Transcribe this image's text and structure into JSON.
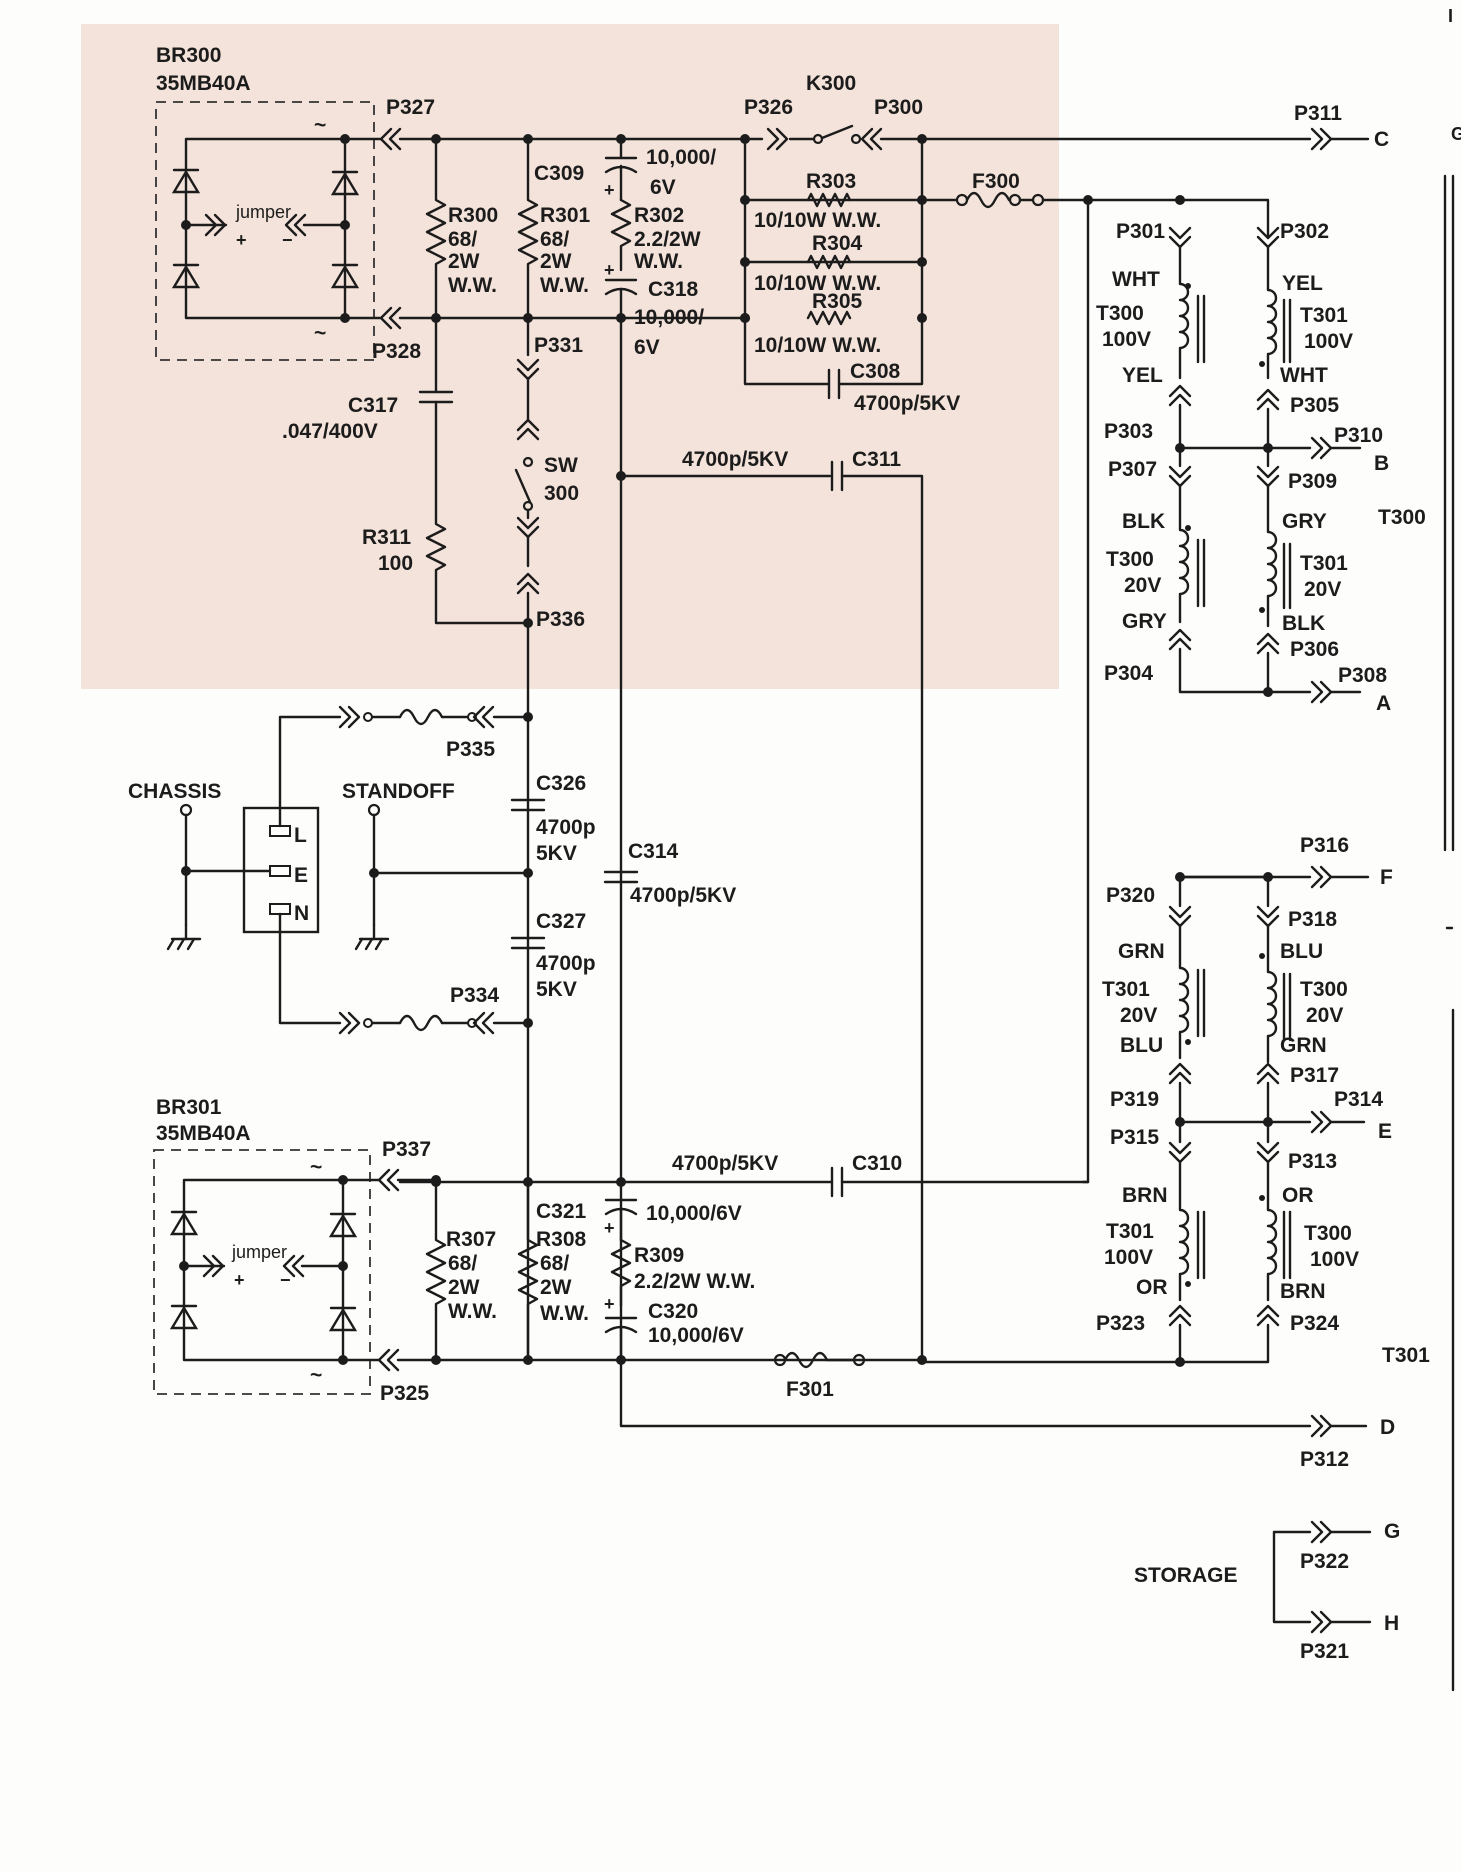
{
  "top_corner": "I",
  "edge_letter": "G",
  "bridge1": {
    "ref": "BR300",
    "part": "35MB40A",
    "jumper": "jumper",
    "plus": "+",
    "minus": "−",
    "ac1": "~",
    "ac2": "~"
  },
  "bridge2": {
    "ref": "BR301",
    "part": "35MB40A",
    "jumper": "jumper",
    "plus": "+",
    "minus": "−",
    "ac1": "~",
    "ac2": "~"
  },
  "relay": "K300",
  "fuses": {
    "f300": "F300",
    "f301": "F301"
  },
  "pins": {
    "p300": "P300",
    "p301": "P301",
    "p302": "P302",
    "p303": "P303",
    "p304": "P304",
    "p305": "P305",
    "p306": "P306",
    "p307": "P307",
    "p308": "P308",
    "p309": "P309",
    "p310": "P310",
    "p311": "P311",
    "p312": "P312",
    "p313": "P313",
    "p314": "P314",
    "p315": "P315",
    "p316": "P316",
    "p317": "P317",
    "p318": "P318",
    "p319": "P319",
    "p320": "P320",
    "p321": "P321",
    "p322": "P322",
    "p323": "P323",
    "p324": "P324",
    "p325": "P325",
    "p326": "P326",
    "p327": "P327",
    "p328": "P328",
    "p331": "P331",
    "p334": "P334",
    "p335": "P335",
    "p336": "P336",
    "p337": "P337"
  },
  "outputs": {
    "a": "A",
    "b": "B",
    "c": "C",
    "d": "D",
    "e": "E",
    "f": "F",
    "g": "G",
    "h": "H"
  },
  "resistors": {
    "r300": [
      "R300",
      "68/",
      "2W",
      "W.W."
    ],
    "r301": [
      "R301",
      "68/",
      "2W",
      "W.W."
    ],
    "r302": [
      "R302",
      "2.2/2W",
      "W.W."
    ],
    "r303": [
      "R303",
      "10/10W W.W."
    ],
    "r304": [
      "R304",
      "10/10W W.W."
    ],
    "r305": [
      "R305",
      "10/10W W.W."
    ],
    "r307": [
      "R307",
      "68/",
      "2W",
      "W.W."
    ],
    "r308": [
      "R308",
      "68/",
      "2W",
      "W.W."
    ],
    "r309": [
      "R309",
      "2.2/2W W.W."
    ],
    "r311": [
      "R311",
      "100"
    ]
  },
  "caps": {
    "c308": [
      "C308",
      "4700p/5KV"
    ],
    "c309": [
      "C309",
      "10,000/",
      "6V"
    ],
    "c310": [
      "4700p/5KV",
      "C310"
    ],
    "c311": [
      "4700p/5KV",
      "C311"
    ],
    "c314": [
      "C314",
      "4700p/5KV"
    ],
    "c317": [
      "C317",
      ".047/400V"
    ],
    "c318": [
      "C318",
      "10,000/",
      "6V"
    ],
    "c320": [
      "C320",
      "10,000/6V"
    ],
    "c321": [
      "C321",
      "10,000/6V"
    ],
    "c326": [
      "C326",
      "4700p",
      "5KV"
    ],
    "c327": [
      "C327",
      "4700p",
      "5KV"
    ]
  },
  "switch": [
    "SW",
    "300"
  ],
  "chassis": "CHASSIS",
  "standoff": "STANDOFF",
  "storage": "STORAGE",
  "outlet": {
    "l": "L",
    "e": "E",
    "n": "N"
  },
  "transformers": {
    "t300_label": "T300",
    "t301_label": "T301",
    "w1": {
      "name": "T300",
      "volt": "100V",
      "top": "WHT",
      "bottom": "YEL"
    },
    "w2": {
      "name": "T301",
      "volt": "100V",
      "top": "YEL",
      "bottom": "WHT"
    },
    "w3": {
      "name": "T300",
      "volt": "20V",
      "top": "BLK",
      "bottom": "GRY"
    },
    "w4": {
      "name": "T301",
      "volt": "20V",
      "top": "GRY",
      "bottom": "BLK"
    },
    "w5": {
      "name": "T301",
      "volt": "20V",
      "top": "GRN",
      "bottom": "BLU"
    },
    "w6": {
      "name": "T300",
      "volt": "20V",
      "top": "BLU",
      "bottom": "GRN"
    },
    "w7": {
      "name": "T301",
      "volt": "100V",
      "top": "BRN",
      "bottom": "OR"
    },
    "w8": {
      "name": "T300",
      "volt": "100V",
      "top": "OR",
      "bottom": "BRN"
    }
  },
  "colors": {
    "highlight": "#f4e3da",
    "ink": "#1c1c1c"
  }
}
